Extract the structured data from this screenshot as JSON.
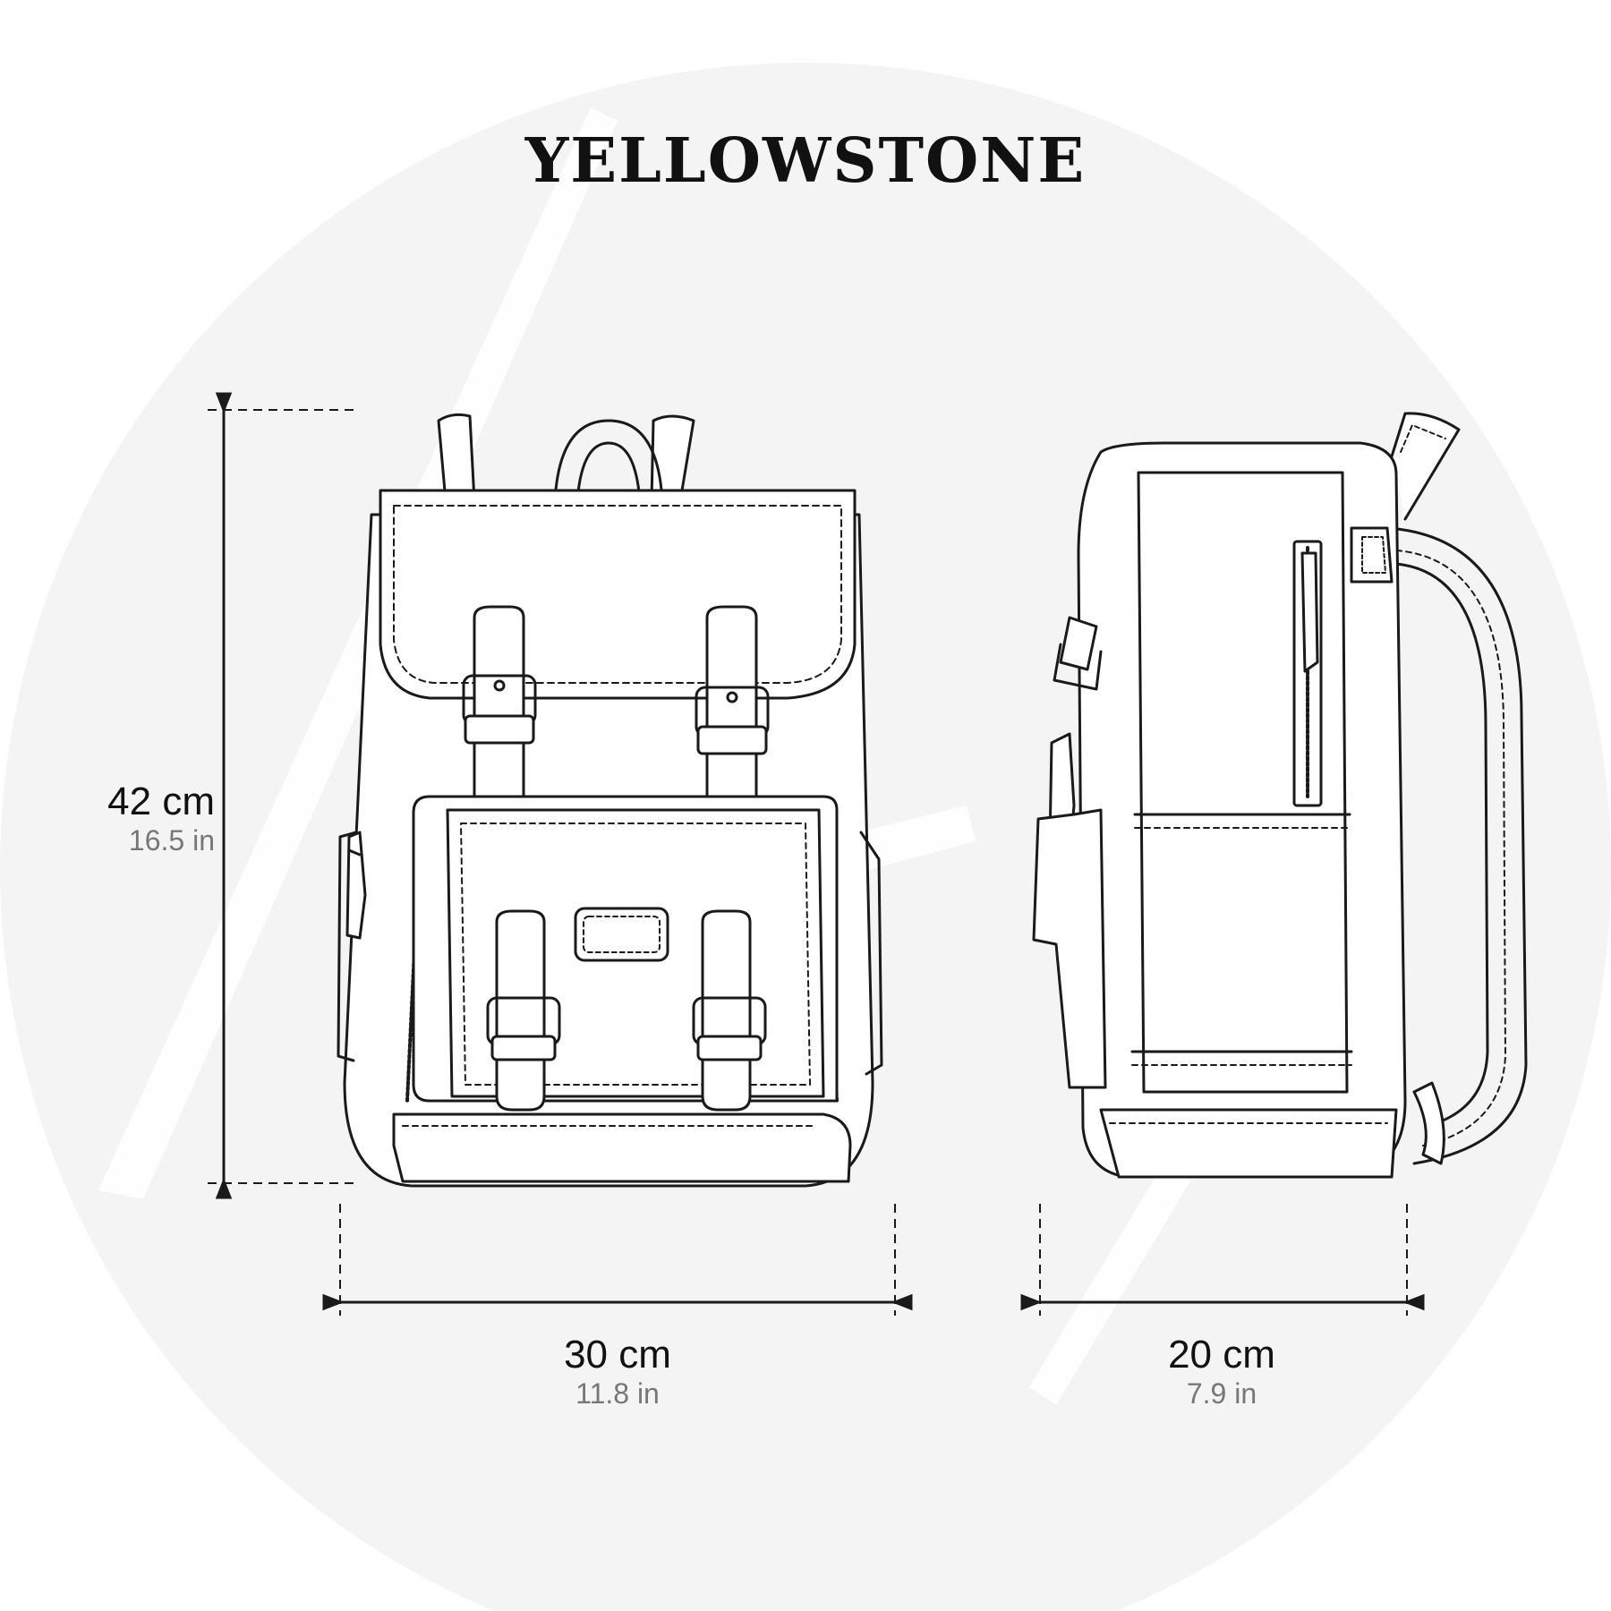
{
  "title": "YELLOWSTONE",
  "dimensions": {
    "height": {
      "cm": "42 cm",
      "in": "16.5 in"
    },
    "width": {
      "cm": "30 cm",
      "in": "11.8 in"
    },
    "depth": {
      "cm": "20 cm",
      "in": "7.9 in"
    }
  },
  "colors": {
    "background": "#ffffff",
    "backdrop": "#f4f4f4",
    "line": "#1a1a1a",
    "secondary_text": "#777777"
  }
}
